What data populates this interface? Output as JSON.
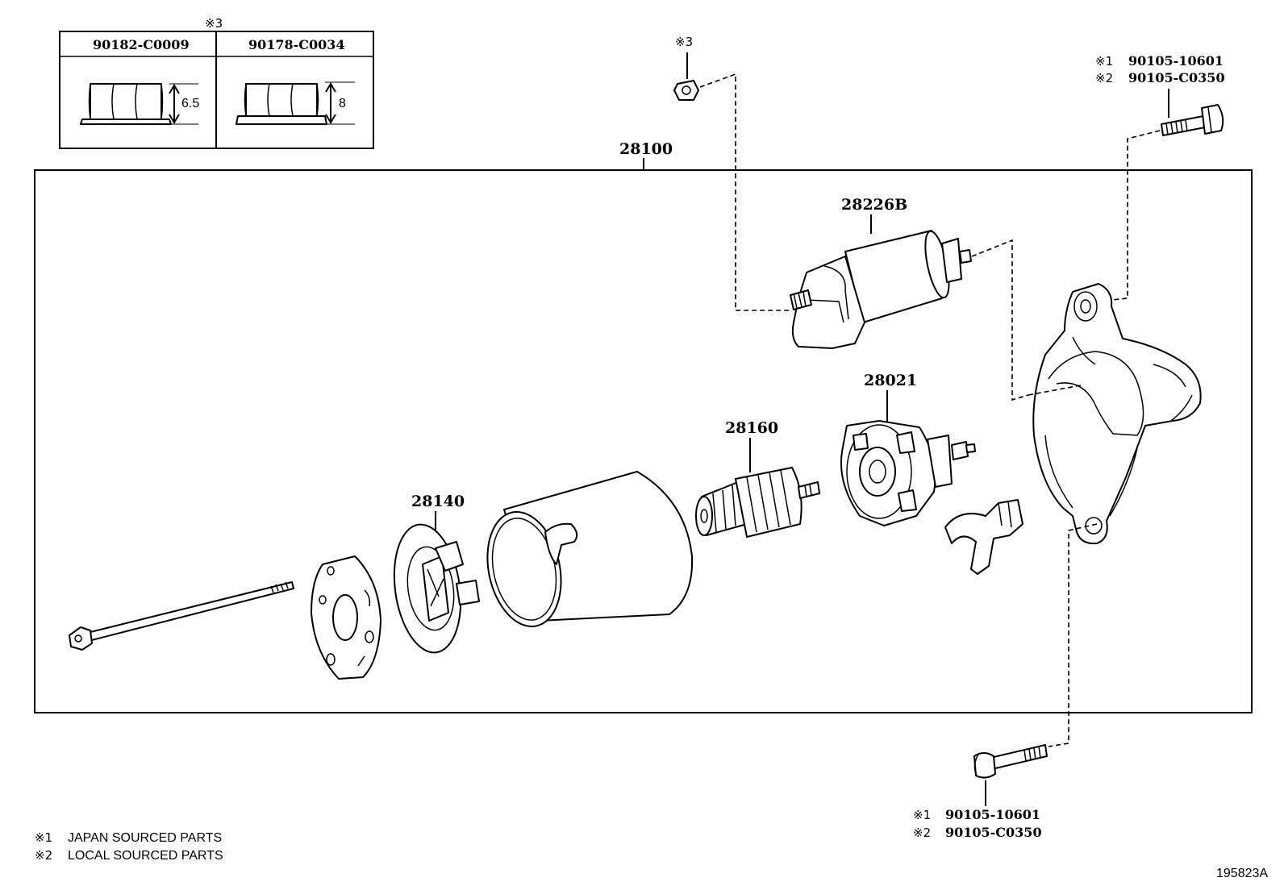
{
  "fastener_table": {
    "mark": "※3",
    "columns": [
      {
        "part_no": "90182-C0009",
        "height": "6.5"
      },
      {
        "part_no": "90178-C0034",
        "height": "8"
      }
    ]
  },
  "assembly": {
    "part_no": "28100"
  },
  "parts": {
    "nut": {
      "mark": "※3"
    },
    "solenoid": {
      "part_no": "28226B"
    },
    "brush_holder": {
      "part_no": "28021"
    },
    "armature": {
      "part_no": "28160"
    },
    "end_frame": {
      "part_no": "28140"
    }
  },
  "bolt_top": {
    "line1": {
      "mark": "※1",
      "part_no": "90105-10601"
    },
    "line2": {
      "mark": "※2",
      "part_no": "90105-C0350"
    }
  },
  "bolt_bottom": {
    "line1": {
      "mark": "※1",
      "part_no": "90105-10601"
    },
    "line2": {
      "mark": "※2",
      "part_no": "90105-C0350"
    }
  },
  "legend": [
    {
      "mark": "※1",
      "text": "JAPAN SOURCED PARTS"
    },
    {
      "mark": "※2",
      "text": "LOCAL SOURCED PARTS"
    }
  ],
  "drawing_id": "195823A"
}
